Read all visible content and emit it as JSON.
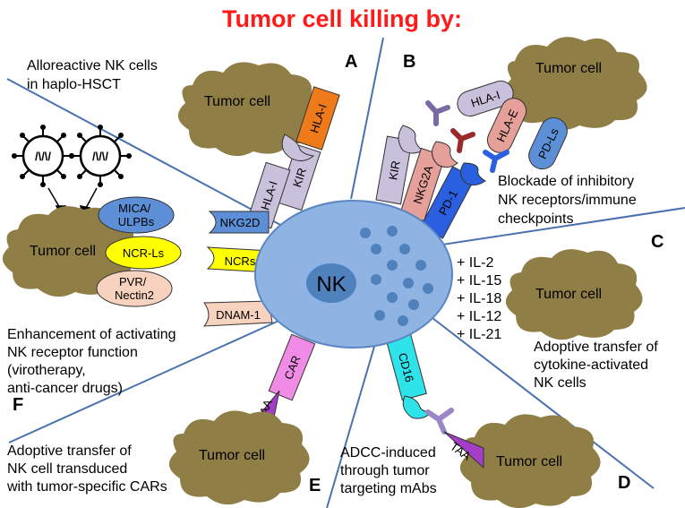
{
  "title": "Tumor cell killing by:",
  "nk_label": "NK",
  "tumor_cell_label": "Tumor cell",
  "panels": {
    "a": {
      "letter": "A",
      "caption": [
        "Alloreactive NK cells",
        "in haplo-HSCT"
      ]
    },
    "b": {
      "letter": "B",
      "caption": [
        "Blockade of inhibitory",
        "NK receptors/immune",
        "checkpoints"
      ]
    },
    "c": {
      "letter": "C",
      "caption": [
        "Adoptive transfer of",
        "cytokine-activated",
        "NK cells"
      ]
    },
    "d": {
      "letter": "D",
      "caption": [
        "ADCC-induced",
        "through tumor",
        "targeting mAbs"
      ]
    },
    "e": {
      "letter": "E",
      "caption": [
        "Adoptive transfer of",
        "NK cell transduced",
        "with tumor-specific CARs"
      ]
    },
    "f": {
      "letter": "F",
      "caption": [
        "Enhancement of activating",
        "NK receptor function",
        "(virotherapy,",
        "anti-cancer drugs)"
      ]
    }
  },
  "cytokines": [
    "+ IL-2",
    "+ IL-15",
    "+ IL-18",
    "+ IL-12",
    "+ IL-21"
  ],
  "receptors": {
    "kir_a": "KIR",
    "hlai_a_nk": "HLA-I",
    "hlai_a_tumor": "HLA-I",
    "kir_b": "KIR",
    "nkg2a": "NKG2A",
    "pd1": "PD-1",
    "hlai_b": "HLA-I",
    "hlae": "HLA-E",
    "pdls": "PD-Ls",
    "cd16": "CD16",
    "taa_d": "TAA",
    "car": "CAR",
    "taa_e": "TAA",
    "nkg2d": "NKG2D",
    "ncrs": "NCRs",
    "dnam1": "DNAM-1",
    "mica": [
      "MICA/",
      "ULPBs"
    ],
    "ncrls": "NCR-Ls",
    "pvr": [
      "PVR/",
      "Nectin2"
    ]
  },
  "virus_glyph": "/\\/\\/",
  "colors": {
    "title": "#ff1a1a",
    "nk_cell": "#8fb4e3",
    "nucleus": "#4f81bd",
    "tumor": "#8f7f47",
    "divider": "#4a72b0",
    "kir": "#c9c0dc",
    "hlai_b": "#c9c0dc",
    "hlae": "#e6a09a",
    "nkg2a": "#e6a09a",
    "pd1": "#2a5fe0",
    "pdls": "#5d8fd6",
    "cd16": "#2ee3ea",
    "taa": "#a43ec8",
    "car": "#f08ce6",
    "nkg2d": "#5d8fd6",
    "mica": "#5d8fd6",
    "ncrs": "#ffff00",
    "ncrls": "#ffff00",
    "dnam1": "#f7d2be",
    "pvr": "#f7d2be",
    "hlai_a": "#ee7a1a"
  }
}
